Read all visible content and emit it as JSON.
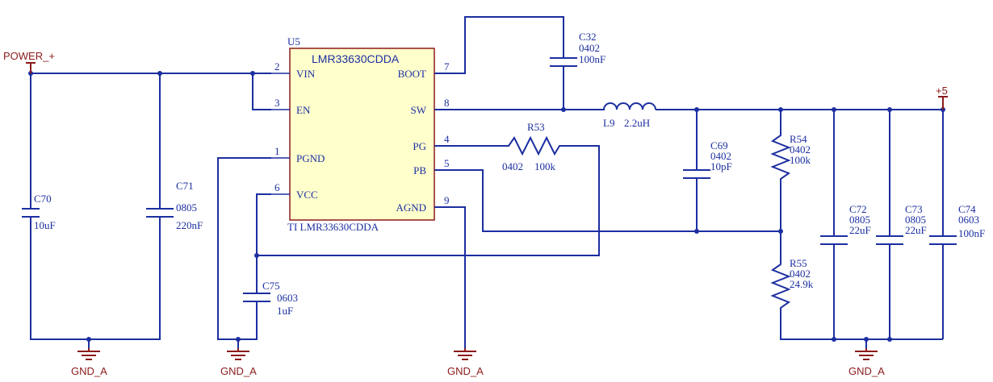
{
  "ic": {
    "ref": "U5",
    "part": "LMR33630CDDA",
    "footer": "TI LMR33630CDDA",
    "pins": [
      {
        "num": "2",
        "name": "VIN"
      },
      {
        "num": "3",
        "name": "EN"
      },
      {
        "num": "1",
        "name": "PGND"
      },
      {
        "num": "6",
        "name": "VCC"
      },
      {
        "num": "7",
        "name": "BOOT"
      },
      {
        "num": "8",
        "name": "SW"
      },
      {
        "num": "4",
        "name": "PG"
      },
      {
        "num": "5",
        "name": "PB"
      },
      {
        "num": "9",
        "name": "AGND"
      }
    ]
  },
  "nets": {
    "power_in": "POWER_+",
    "power_out": "+5",
    "gnd": "GND_A"
  },
  "components": {
    "c70": {
      "ref": "C70",
      "value": "10uF"
    },
    "c71": {
      "ref": "C71",
      "package": "0805",
      "value": "220nF"
    },
    "c75": {
      "ref": "C75",
      "package": "0603",
      "value": "1uF"
    },
    "c32": {
      "ref": "C32",
      "package": "0402",
      "value": "100nF"
    },
    "r53": {
      "ref": "R53",
      "package": "0402",
      "value": "100k"
    },
    "l9": {
      "ref": "L9",
      "value": "2.2uH"
    },
    "c69": {
      "ref": "C69",
      "package": "0402",
      "value": "10pF"
    },
    "r54": {
      "ref": "R54",
      "package": "0402",
      "value": "100k"
    },
    "r55": {
      "ref": "R55",
      "package": "0402",
      "value": "24.9k"
    },
    "c72": {
      "ref": "C72",
      "package": "0805",
      "value": "22uF"
    },
    "c73": {
      "ref": "C73",
      "package": "0805",
      "value": "22uF"
    },
    "c74": {
      "ref": "C74",
      "package": "0603",
      "value": "100nF"
    }
  }
}
